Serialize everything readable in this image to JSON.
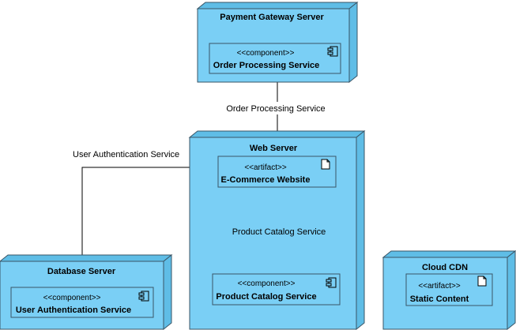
{
  "colors": {
    "node_face": "#7ACFF5",
    "node_side": "#5FBDE6",
    "box_fill": "#7ACFF5",
    "stroke": "#3A5566",
    "line": "#000000",
    "text": "#000000"
  },
  "nodes": {
    "payment_gateway": {
      "title": "Payment Gateway Server",
      "component": {
        "stereotype": "<<component>>",
        "name": "Order Processing Service"
      }
    },
    "web_server": {
      "title": "Web Server",
      "artifact": {
        "stereotype": "<<artifact>>",
        "name": "E-Commerce Website"
      },
      "component": {
        "stereotype": "<<component>>",
        "name": "Product Catalog Service"
      }
    },
    "database_server": {
      "title": "Database Server",
      "component": {
        "stereotype": "<<component>>",
        "name": "User Authentication Service"
      }
    },
    "cloud_cdn": {
      "title": "Cloud CDN",
      "artifact": {
        "stereotype": "<<artifact>>",
        "name": "Static Content"
      }
    }
  },
  "connections": {
    "order_processing": "Order Processing Service",
    "user_authentication": "User Authentication Service",
    "product_catalog": "Product Catalog Service"
  }
}
